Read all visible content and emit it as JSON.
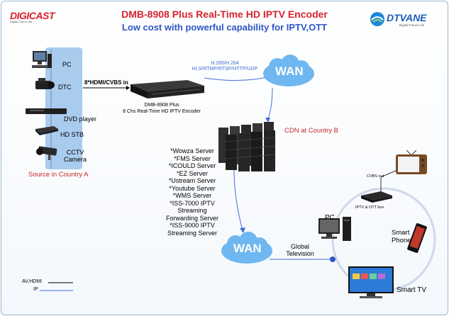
{
  "header": {
    "title": "DMB-8908 Plus Real-Time HD IPTV Encoder",
    "subtitle": "Low cost with powerful capability for IPTV,OTT"
  },
  "logos": {
    "left": {
      "name": "DIGICAST",
      "tagline": "Digital Future Life"
    },
    "right": {
      "name": "DTVANE",
      "tagline": "Digital Future Life"
    }
  },
  "sources": {
    "devices": [
      {
        "label": "PC"
      },
      {
        "label": "DTC"
      },
      {
        "label": "DVD player"
      },
      {
        "label": "HD STB"
      },
      {
        "label": "CCTV Camera"
      }
    ],
    "caption": "Source in Country A"
  },
  "encoder": {
    "input_label": "8*HDMI/CVBS in",
    "name": "DMB-8908 Plus",
    "desc": "8 Chs Real-Time HD IPTV Encoder",
    "protocols": [
      "H.265/H.264",
      "HLS/RTMP/RTSP/HTTP/UDP"
    ]
  },
  "wan_top": "WAN",
  "cdn_label": "CDN at Country B",
  "server_list": [
    "*Wowza Server",
    "*FMS Server",
    "*ICOULD Server",
    "*EZ Server",
    "*Ustream Server",
    "*Youtube Server",
    "*WMS Server",
    "*ISS-7000 IPTV",
    "Streaming",
    "Forwarding Server",
    "*ISS-9000 IPTV",
    "Streaming Server"
  ],
  "wan_bottom": "WAN",
  "global_label": [
    "Global",
    "Television"
  ],
  "endpoints": {
    "tv_old": "",
    "cvbs_out": "CVBS out",
    "ott_box": "IPTV & OTT box",
    "pc": "PC",
    "phone": [
      "Smart",
      "Phone"
    ],
    "smart_tv": "Smart TV"
  },
  "legend": [
    {
      "label": "AV,HDMI"
    },
    {
      "label": "IP"
    }
  ],
  "colors": {
    "title": "#d3232e",
    "subtitle": "#2e56c4",
    "source_panel": "#a9cbee",
    "wan": "#6fb7f0",
    "ip_line": "#3f6ed6",
    "circle": "#cdd9ea"
  }
}
